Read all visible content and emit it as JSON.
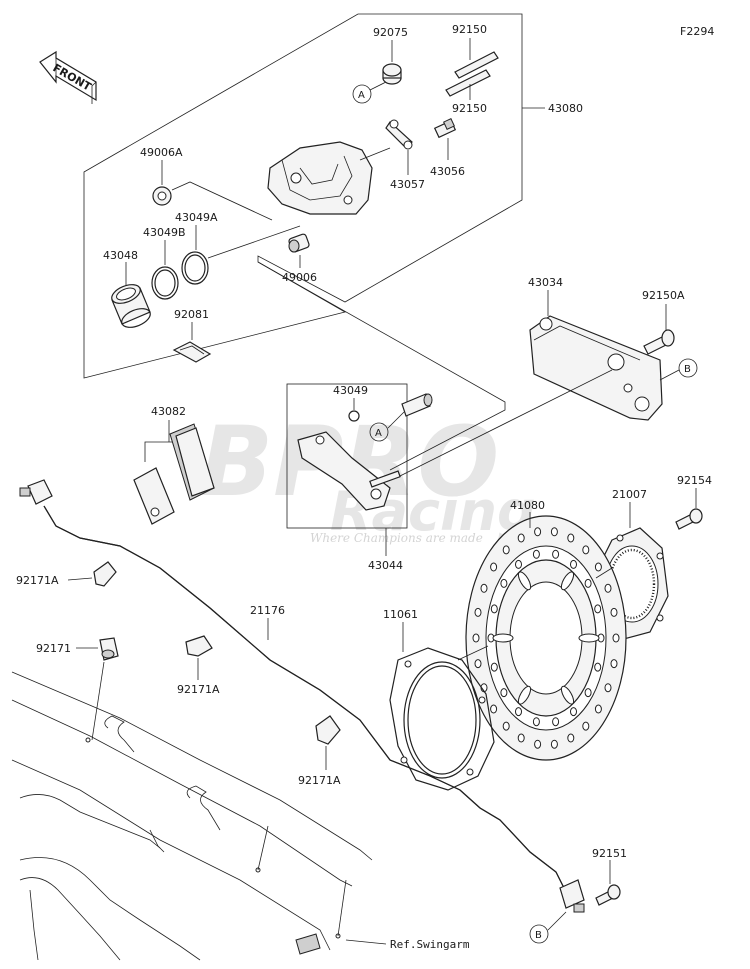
{
  "diagram": {
    "figure_code": "F2294",
    "front_label": "FRONT",
    "watermark": {
      "brand": "BPRO",
      "sub": "Racing",
      "tagline": "Where Champions are made"
    },
    "callouts": {
      "A": "A",
      "B": "B"
    },
    "parts": {
      "p92075": "92075",
      "p92150_top": "92150",
      "p92150_bottom": "92150",
      "p43080": "43080",
      "p49006A": "49006A",
      "p43057": "43057",
      "p43056": "43056",
      "p43049A": "43049A",
      "p43049B": "43049B",
      "p43048": "43048",
      "p49006": "49006",
      "p92081": "92081",
      "p43034": "43034",
      "p92150A": "92150A",
      "p43082": "43082",
      "p43049": "43049",
      "p43044": "43044",
      "p92154": "92154",
      "p21007": "21007",
      "p41080": "41080",
      "p92171A_1": "92171A",
      "p21176": "21176",
      "p11061": "11061",
      "p92171": "92171",
      "p92171A_2": "92171A",
      "p92171A_3": "92171A",
      "p92151": "92151",
      "ref_swingarm": "Ref.Swingarm"
    }
  }
}
